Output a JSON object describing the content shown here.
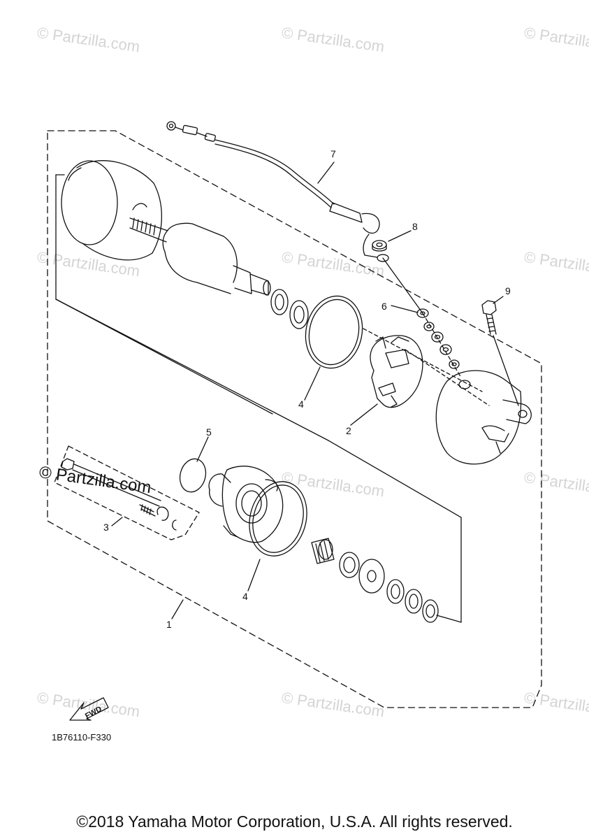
{
  "watermarks": {
    "light": "© Partzilla.com",
    "dark": "© Partzilla.com"
  },
  "callouts": {
    "c1": "1",
    "c2": "2",
    "c3": "3",
    "c4a": "4",
    "c4b": "4",
    "c5": "5",
    "c6": "6",
    "c7": "7",
    "c8": "8",
    "c9": "9"
  },
  "diagram_code": "1B76110-F330",
  "fwd_label": "FWD",
  "copyright": "©2018 Yamaha Motor Corporation, U.S.A. All rights reserved.",
  "colors": {
    "line": "#111111",
    "watermark": "#d4d4d4"
  }
}
